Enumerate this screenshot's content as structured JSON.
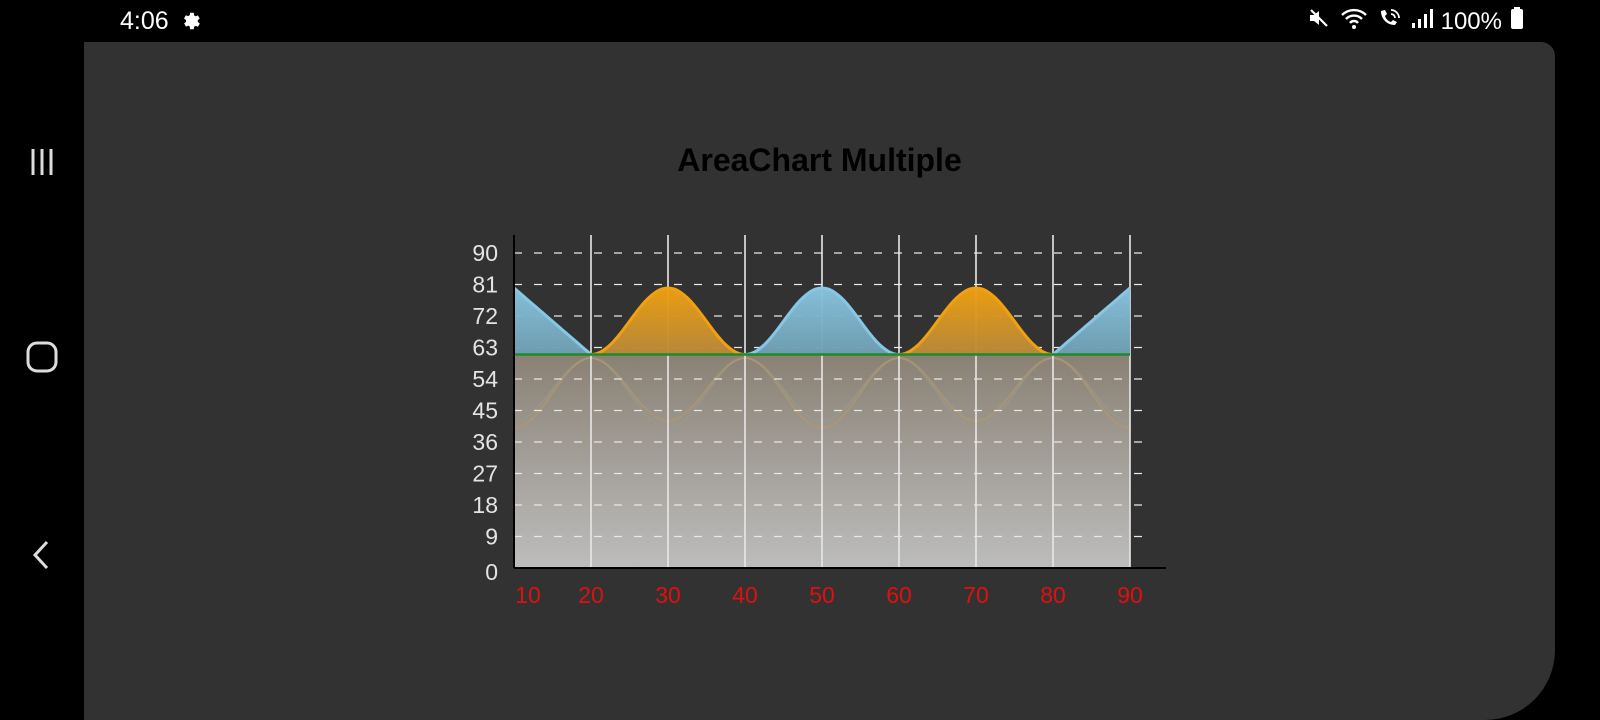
{
  "status_bar": {
    "time": "4:06",
    "battery": "100%",
    "icons": [
      "settings-gear-icon",
      "mute-icon",
      "wifi-icon",
      "wifi-call-icon",
      "signal-icon",
      "battery-icon"
    ]
  },
  "nav_bar": {
    "icons": [
      "recents-icon",
      "home-icon",
      "back-icon"
    ]
  },
  "colors": {
    "app_background": "#323232",
    "series_blue": "#87c7e6",
    "series_orange": "#f0a010",
    "baseline_green": "#1f8a2a",
    "x_tick_label": "#e01010",
    "y_tick_label": "#e4e4e4",
    "title": "#000000"
  },
  "chart_data": {
    "type": "area",
    "title": "AreaChart Multiple",
    "xlabel": "",
    "ylabel": "",
    "x_ticks": [
      "10",
      "20",
      "30",
      "40",
      "50",
      "60",
      "70",
      "80",
      "90"
    ],
    "y_ticks": [
      "0",
      "9",
      "18",
      "27",
      "36",
      "45",
      "54",
      "63",
      "72",
      "81",
      "90"
    ],
    "xlim": [
      10,
      90
    ],
    "ylim": [
      0,
      90
    ],
    "grid": "vertical solid, horizontal dashed",
    "baseline": 61,
    "x": [
      10,
      20,
      30,
      40,
      50,
      60,
      70,
      80,
      90
    ],
    "series": [
      {
        "values": [
          80,
          60,
          40,
          60,
          80,
          60,
          40,
          60,
          80
        ],
        "color": "#87c7e6"
      },
      {
        "values": [
          40,
          60,
          80,
          60,
          40,
          60,
          80,
          60,
          40
        ],
        "color": "#f0a010"
      }
    ]
  }
}
